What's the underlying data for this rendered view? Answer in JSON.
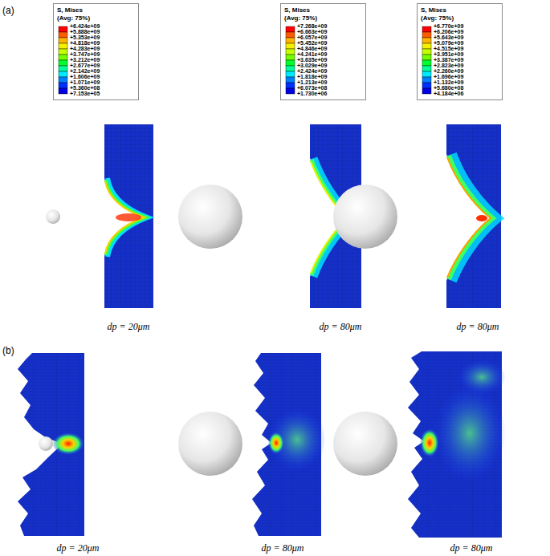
{
  "diagram": {
    "nodes": [
      {
        "text": [
          "S, Mises",
          "(Avg: 75%)",
          "+6.424e+09",
          "+5.888e+09",
          "+5.353e+09",
          "+4.818e+09",
          "+4.283e+09",
          "+3.747e+09",
          "+3.212e+09",
          "+2.677e+09",
          "+2.142e+09",
          "+1.606e+09",
          "+1.071e+09",
          "+5.360e+08",
          "+7.153e+05"
        ]
      },
      {
        "text": [
          "S, Mises",
          "(Avg: 75%)",
          "+7.268e+09",
          "+6.663e+09",
          "+6.057e+09",
          "+5.452e+09",
          "+4.846e+09",
          "+4.241e+09",
          "+3.635e+09",
          "+3.029e+09",
          "+2.424e+09",
          "+1.818e+09",
          "+1.213e+09",
          "+6.073e+08",
          "+1.730e+06"
        ]
      },
      {
        "text": [
          "S, Mises",
          "(Avg: 75%)",
          "+6.770e+09",
          "+6.206e+09",
          "+5.643e+09",
          "+5.079e+09",
          "+4.515e+09",
          "+3.951e+09",
          "+3.387e+09",
          "+2.823e+09",
          "+2.260e+09",
          "+1.696e+09",
          "+1.132e+09",
          "+5.680e+08",
          "+4.184e+06"
        ]
      }
    ],
    "labels": [
      "(a)",
      "dp = 20μm",
      "dp = 80μm",
      "dp = 80μm",
      "(b)",
      "dp = 20μm",
      "dp = 80μm",
      "dp = 80μm"
    ]
  }
}
